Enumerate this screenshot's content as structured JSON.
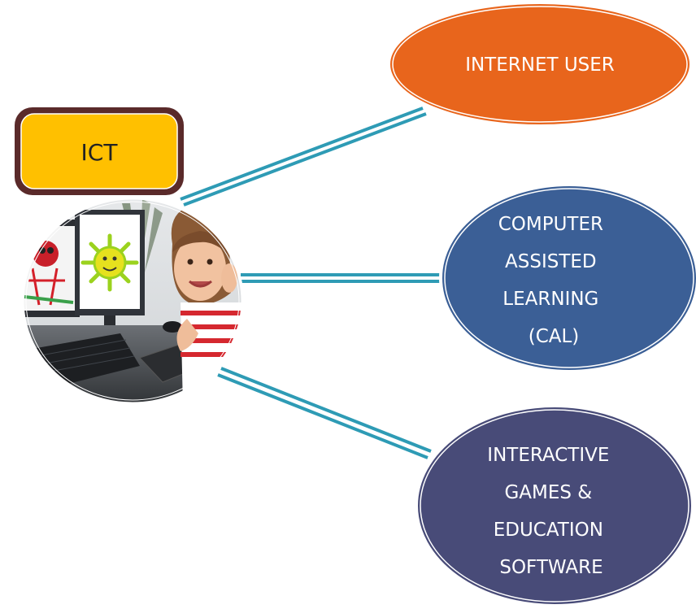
{
  "central_box": {
    "label": "ICT",
    "fill_color": "#FFC000",
    "border_color": "#5A2A2A"
  },
  "nodes": [
    {
      "label_lines": [
        "INTERNET USER"
      ],
      "fill_color": "#E8651C"
    },
    {
      "label_lines": [
        "COMPUTER",
        "ASSISTED",
        "LEARNING",
        "(CAL)"
      ],
      "fill_color": "#3B5F96"
    },
    {
      "label_lines": [
        "INTERACTIVE",
        "GAMES &",
        "EDUCATION",
        "SOFTWARE"
      ],
      "fill_color": "#484B78"
    }
  ],
  "connector_color": "#2E9BB5",
  "photo": {
    "icon": "child-at-computer-photo"
  }
}
